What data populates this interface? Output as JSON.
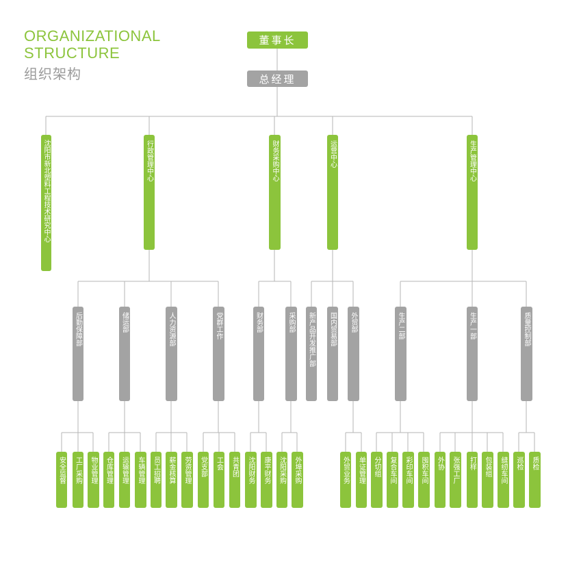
{
  "header": {
    "title_en_line1": "ORGANIZATIONAL",
    "title_en_line2": "STRUCTURE",
    "title_zh": "组织架构"
  },
  "colors": {
    "green": "#8cc43c",
    "gray": "#a3a3a3",
    "line": "#b5b5b5"
  },
  "chairman": "董事长",
  "gm": "总经理",
  "centers": [
    "沈阳市新北塑料工程技术研究中心",
    "行政管理中心",
    "财务采购中心",
    "运营中心",
    "生产管理中心"
  ],
  "depts": [
    "后勤保障部",
    "储运部",
    "人力资源部",
    "党群工作",
    "财务部",
    "采购部",
    "新产品开发推广部",
    "国内贸易部",
    "外贸部",
    "生产二部",
    "生产一部",
    "质量控制部"
  ],
  "units": [
    "安全监督",
    "工厂采购",
    "物业管理",
    "仓库管理",
    "运输管理",
    "车辆管理",
    "员工招聘",
    "薪金核算",
    "劳资管理",
    "党支部",
    "工会",
    "共青团",
    "沈阳财务",
    "康平财务",
    "沈阳采购",
    "外埠采购",
    "外贸业务",
    "单证管理",
    "分切组",
    "复合车间",
    "彩印车间",
    "囤积车间",
    "外协",
    "张强工厂",
    "打样",
    "包装组",
    "缝纫车间",
    "巡检",
    "质检"
  ]
}
